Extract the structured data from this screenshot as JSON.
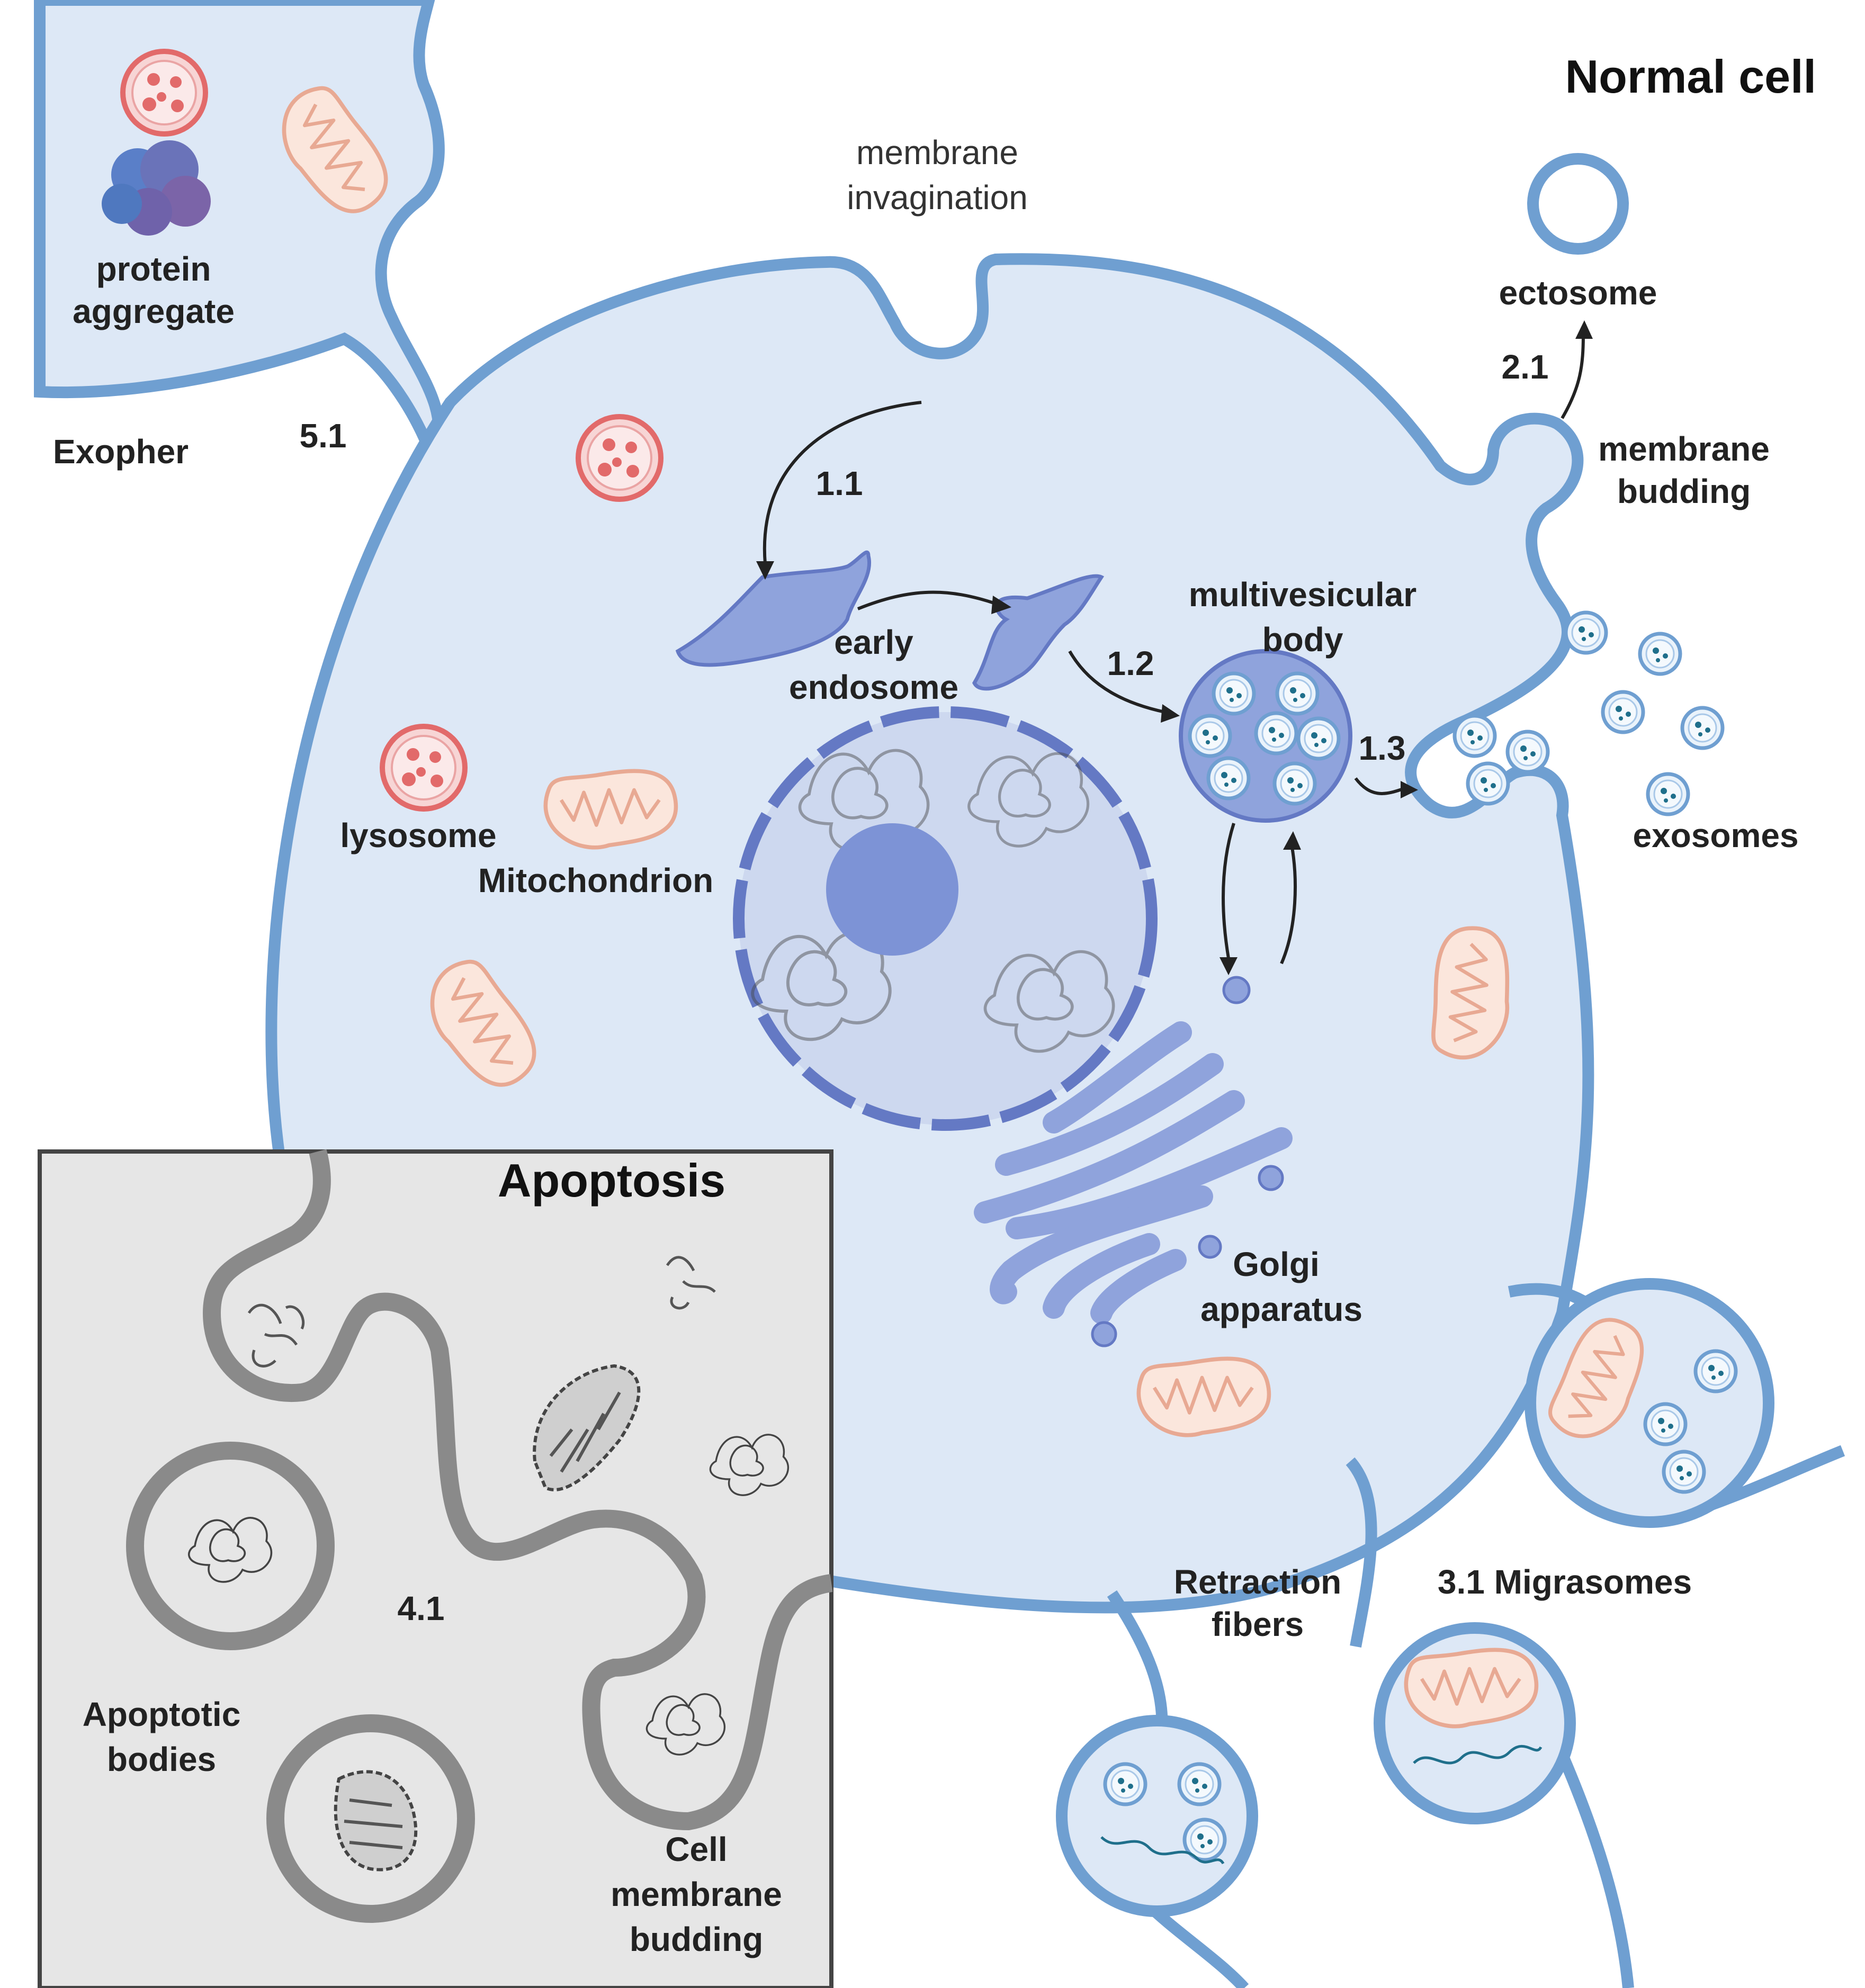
{
  "titles": {
    "normal_cell": "Normal cell",
    "apoptosis": "Apoptosis"
  },
  "labels": {
    "protein_aggregate_1": "protein",
    "protein_aggregate_2": "aggregate",
    "exopher": "Exopher",
    "step_5_1": "5.1",
    "membrane_invagination_1": "membrane",
    "membrane_invagination_2": "invagination",
    "step_1_1": "1.1",
    "early_endosome_1": "early",
    "early_endosome_2": "endosome",
    "step_1_2": "1.2",
    "mvb_1": "multivesicular",
    "mvb_2": "body",
    "step_1_3": "1.3",
    "ectosome": "ectosome",
    "step_2_1": "2.1",
    "membrane_budding_1": "membrane",
    "membrane_budding_2": "budding",
    "exosomes": "exosomes",
    "lysosome": "lysosome",
    "mitochondrion": "Mitochondrion",
    "golgi_1": "Golgi",
    "golgi_2": "apparatus",
    "retraction_fibers_1": "Retraction",
    "retraction_fibers_2": "fibers",
    "migrasomes": "3.1 Migrasomes",
    "step_4_1": "4.1",
    "apoptotic_bodies_1": "Apoptotic",
    "apoptotic_bodies_2": "bodies",
    "cell_membrane_budding_1": "Cell",
    "cell_membrane_budding_2": "membrane",
    "cell_membrane_budding_3": "budding"
  },
  "colors": {
    "cytoplasm": "#dde8f6",
    "membrane": "#6f9fd1",
    "membrane_inner": "#b3cde8",
    "organelle": "#8fa3dc",
    "organelle_dark": "#6479c4",
    "mito_fill": "#fbe6dc",
    "mito_line": "#e8a993",
    "lysosome": "#e26a6a",
    "vesicle_dot": "#1f6f8b",
    "apoptosis_bg": "#e6e6e6",
    "apoptosis_membrane": "#8a8a8a"
  }
}
